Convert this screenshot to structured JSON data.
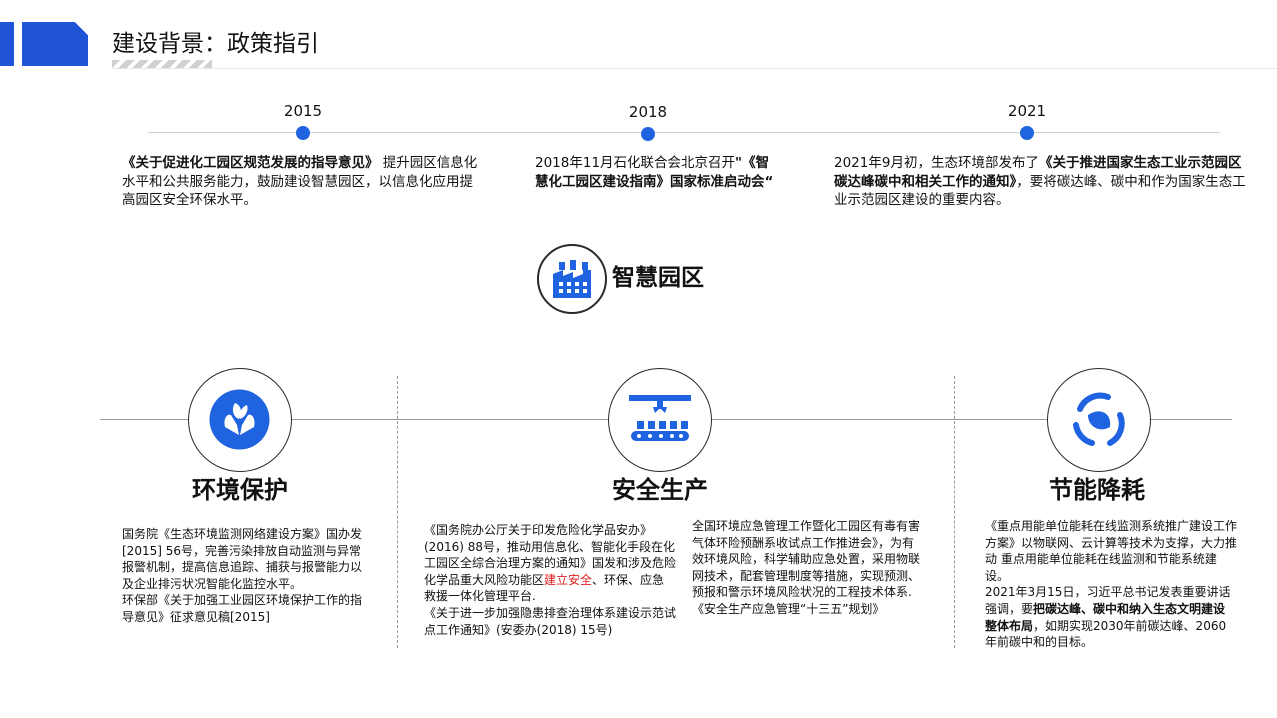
{
  "header": {
    "title": "建设背景：政策指引"
  },
  "timeline": [
    {
      "year": "2015",
      "parts": [
        {
          "text": "《关于促进化工园区规范发展的指导意见》",
          "bold": true
        },
        {
          "text": " 提升园区信息化水平和公共服务能力，鼓励建设智慧园区，以信息化应用提高园区安全环保水平。",
          "bold": false
        }
      ]
    },
    {
      "year": "2018",
      "parts": [
        {
          "text": "2018年11月石化联合会北京召开",
          "bold": false
        },
        {
          "text": "\"《智慧化工园区建设指南》国家标准启动会“",
          "bold": true
        }
      ]
    },
    {
      "year": "2021",
      "parts": [
        {
          "text": "2021年9月初，生态环境部发布了",
          "bold": false
        },
        {
          "text": "《关于推进国家生态工业示范园区碳达峰碳中和相关工作的通知》",
          "bold": true
        },
        {
          "text": "，要将碳达峰、碳中和作为国家生态工业示范园区建设的重要内容。",
          "bold": false
        }
      ]
    }
  ],
  "center": {
    "label": "智慧园区",
    "icon": "factory-icon"
  },
  "sections": [
    {
      "title": "环境保护",
      "icon": "hands-leaf-icon",
      "columns": [
        [
          {
            "text": "国务院《生态环境监测网络建设方案》国办发[2015] 56号，完善污染排放自动监测与异常报警机制，提高信息追踪、捕获与报警能力以及企业排污状况智能化监控水平。",
            "style": "normal"
          },
          {
            "text": "\n环保部《关于加强工业园区环境保护工作的指导意见》征求意见稿[2015]",
            "style": "normal"
          }
        ]
      ]
    },
    {
      "title": "安全生产",
      "icon": "production-line-icon",
      "columns": [
        [
          {
            "text": "《国务院办公厅关于印发危险化学品安办》(2016) 88号，推动用信息化、智能化手段在化工园区全综合治理方案的通知》国发和涉及危险化学品重大风险功能区",
            "style": "normal"
          },
          {
            "text": "建立安全",
            "style": "red"
          },
          {
            "text": "、环保、应急救援一体化管理平台.\n《关于进一步加强隐患排查治理体系建设示范试点工作通知》(安委办(2018) 15号)",
            "style": "normal"
          }
        ],
        [
          {
            "text": "全国环境应急管理工作暨化工园区有毒有害气体环险预酬系收试点工作推进会》，为有效环境风险，科学辅助应急处置，采用物联网技术，配套管理制度等措施，实现预测、预报和警示环境风险状况的工程技术体系.\n《安全生产应急管理“十三五”规划》",
            "style": "normal"
          }
        ]
      ]
    },
    {
      "title": "节能降耗",
      "icon": "recycle-leaf-icon",
      "columns": [
        [
          {
            "text": "《重点用能单位能耗在线监测系统推广建设工作方案》以物联网、云计算等技术为支撑，大力推动 重点用能单位能耗在线监测和节能系统建设。\n2021年3月15日，习近平总书记发表重要讲话强调，要",
            "style": "normal"
          },
          {
            "text": "把碳达峰、碳中和纳入生态文明建设整体布局",
            "style": "bold"
          },
          {
            "text": "，如期实现2030年前碳达峰、2060年前碳中和的目标。",
            "style": "normal"
          }
        ]
      ]
    }
  ],
  "colors": {
    "accent": "#1f63e0",
    "brand_blue": "#1f54d6",
    "highlight_red": "#e02020"
  }
}
